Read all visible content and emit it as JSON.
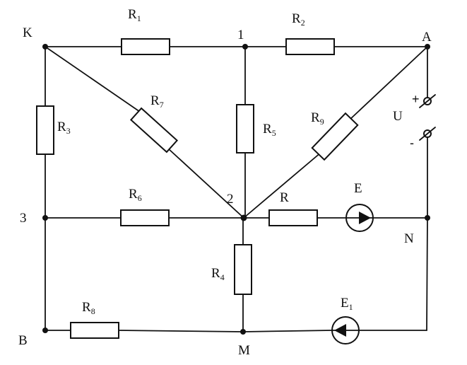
{
  "nodes": {
    "K": "K",
    "A": "A",
    "B": "B",
    "M": "M",
    "N": "N",
    "n1": "1",
    "n2": "2",
    "n3": "3"
  },
  "resistors": {
    "R1": {
      "letter": "R",
      "index": "1"
    },
    "R2": {
      "letter": "R",
      "index": "2"
    },
    "R3": {
      "letter": "R",
      "index": "3"
    },
    "R4": {
      "letter": "R",
      "index": "4"
    },
    "R5": {
      "letter": "R",
      "index": "5"
    },
    "R6": {
      "letter": "R",
      "index": "6"
    },
    "R7": {
      "letter": "R",
      "index": "7"
    },
    "R8": {
      "letter": "R",
      "index": "8"
    },
    "R9": {
      "letter": "R",
      "index": "9"
    },
    "R": {
      "letter": "R"
    }
  },
  "sources": {
    "E": {
      "letter": "E"
    },
    "E1": {
      "letter": "E",
      "index": "1"
    }
  },
  "terminal": {
    "voltage": "U",
    "plus": "+",
    "minus": "-"
  }
}
